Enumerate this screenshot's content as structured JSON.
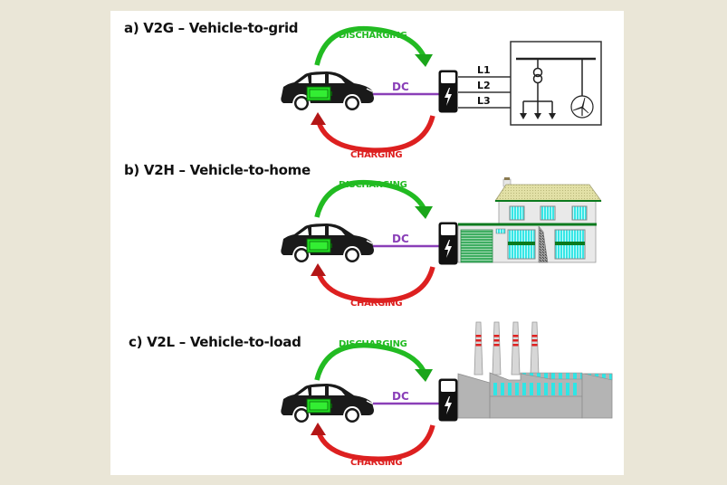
{
  "figure": {
    "panels": [
      {
        "id": "v2g",
        "title": "a) V2G – Vehicle-to-grid",
        "discharging_label": "DISCHARGING",
        "charging_label": "CHARGING",
        "cable_label": "DC",
        "target": "grid",
        "phase_lines": [
          "L1",
          "L2",
          "L3"
        ]
      },
      {
        "id": "v2h",
        "title": "b) V2H – Vehicle-to-home",
        "discharging_label": "DISCHARGING",
        "charging_label": "CHARGING",
        "cable_label": "DC",
        "target": "home"
      },
      {
        "id": "v2l",
        "title": "c) V2L – Vehicle-to-load",
        "discharging_label": "DISCHARGING",
        "charging_label": "CHARGING",
        "cable_label": "DC",
        "target": "load"
      }
    ],
    "icons": {
      "vehicle": "electric-car-icon",
      "battery": "battery-icon",
      "charger": "charging-station-icon",
      "grid": "transformer-grid-icon",
      "wind": "wind-turbine-icon",
      "home": "house-icon",
      "load": "factory-icon"
    },
    "colors": {
      "background": "#eae6d7",
      "panel": "#ffffff",
      "discharging": "#22bb22",
      "charging": "#dd2020",
      "dc_cable": "#8a3fb8",
      "battery": "#22dd22",
      "car": "#1a1a1a"
    }
  }
}
